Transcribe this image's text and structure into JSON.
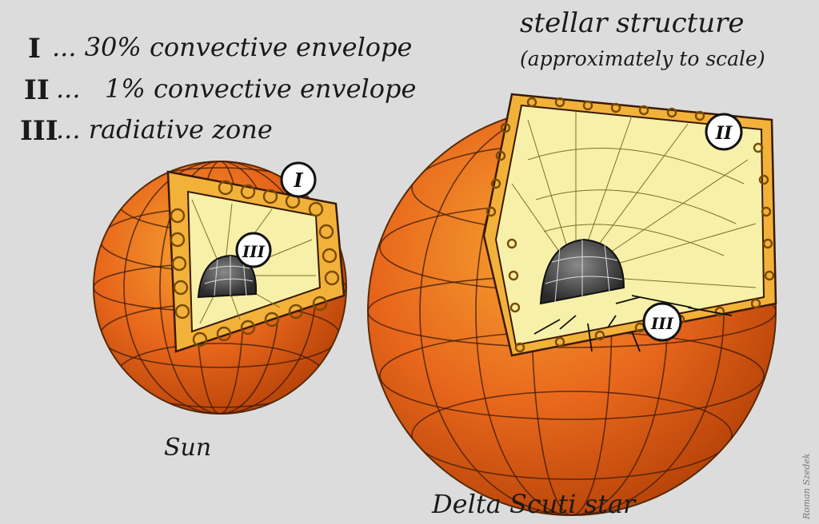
{
  "title": "stellar structure",
  "subtitle": "(approximately to scale)",
  "legend": [
    {
      "numeral": "I",
      "text": "... 30% convective envelope"
    },
    {
      "numeral": "II",
      "text": "...   1% convective envelope"
    },
    {
      "numeral": "III",
      "text": "... radiative zone"
    }
  ],
  "stars": {
    "sun": {
      "label": "Sun",
      "zone_badges": [
        "I",
        "III"
      ]
    },
    "delta_scuti": {
      "label": "Delta Scuti star",
      "zone_badges": [
        "II",
        "III"
      ]
    }
  },
  "signature": "Roman Szedek",
  "colors": {
    "background": "#dcdcdc",
    "envelope_orange": "#e8671c",
    "envelope_light": "#f2a22e",
    "convective_band": "#f2b23a",
    "radiative_zone": "#f7f0a8",
    "core": "#555555"
  }
}
